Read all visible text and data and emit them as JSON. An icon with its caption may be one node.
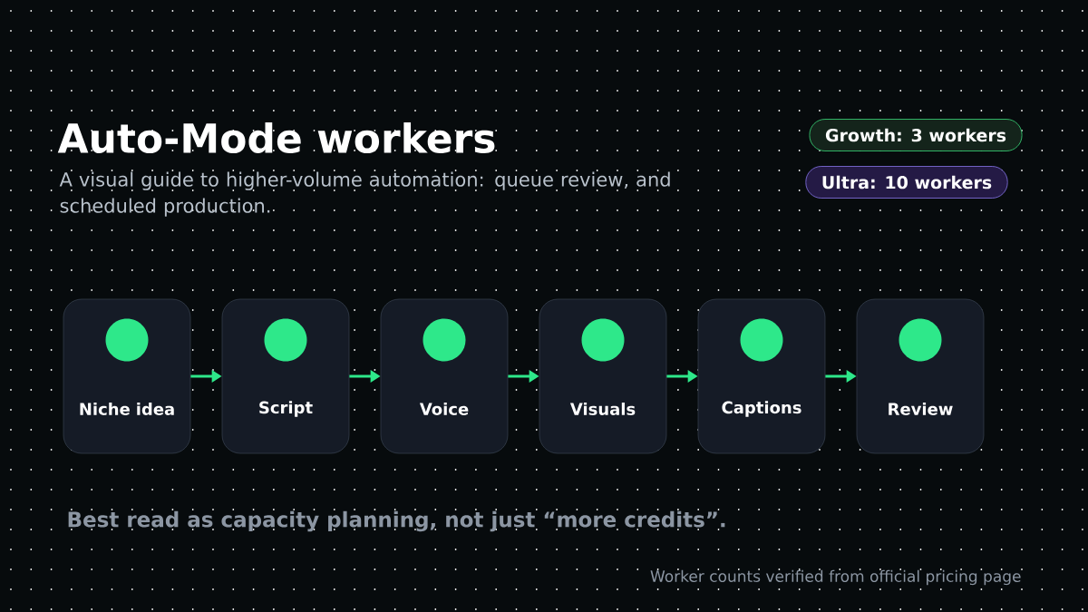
{
  "diagram": {
    "title": "Auto-Mode workers",
    "nodes": [
      {
        "text": [
          "Growth: 3 workers"
        ]
      },
      {
        "text": [
          "Ultra: 10 workers"
        ]
      },
      {
        "text": [
          "Niche idea"
        ]
      },
      {
        "text": [
          "Script"
        ]
      },
      {
        "text": [
          "Voice"
        ]
      },
      {
        "text": [
          "Visuals"
        ]
      },
      {
        "text": [
          "Captions"
        ]
      },
      {
        "text": [
          "Review"
        ]
      }
    ],
    "edges": [
      {
        "from": 2,
        "to": 3,
        "arrow": "to"
      },
      {
        "from": 3,
        "to": 4,
        "arrow": "to"
      },
      {
        "from": 4,
        "to": 5,
        "arrow": "to"
      },
      {
        "from": 5,
        "to": 6,
        "arrow": "to"
      },
      {
        "from": 6,
        "to": 7,
        "arrow": "to"
      }
    ],
    "labels": [
      "A visual guide to higher-volume automation: queue review, and scheduled production.",
      "Best read as capacity planning, not just “more credits”.",
      "Worker counts verified from official pricing page"
    ]
  }
}
